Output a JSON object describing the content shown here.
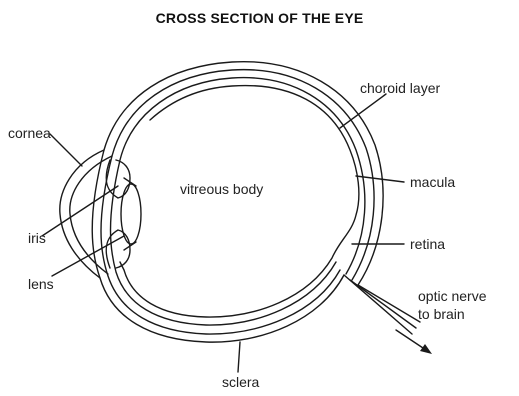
{
  "title": "CROSS SECTION OF THE EYE",
  "labels": {
    "choroid": "choroid layer",
    "cornea": "cornea",
    "vitreous": "vitreous body",
    "macula": "macula",
    "iris": "iris",
    "retina": "retina",
    "lens": "lens",
    "optic_line1": "optic nerve",
    "optic_line2": "to brain",
    "sclera": "sclera"
  }
}
